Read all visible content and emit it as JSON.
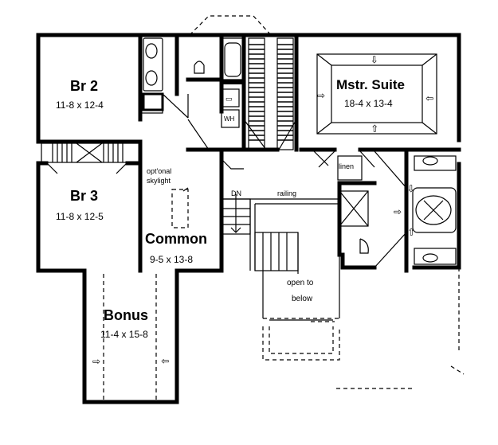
{
  "rooms": {
    "br2": {
      "name": "Br 2",
      "dims": "11-8 x 12-4"
    },
    "br3": {
      "name": "Br 3",
      "dims": "11-8 x 12-5"
    },
    "master": {
      "name": "Mstr. Suite",
      "dims": "18-4 x 13-4"
    },
    "common": {
      "name": "Common",
      "dims": "9-5 x 13-8"
    },
    "bonus": {
      "name": "Bonus",
      "dims": "11-4 x 15-8"
    }
  },
  "notes": {
    "skylight_line1": "opt'onal",
    "skylight_line2": "skylight",
    "dn": "DN",
    "railing": "railing",
    "open_line1": "open to",
    "open_line2": "below",
    "linen": "linen",
    "wh": "WH",
    "arrow": "⇨"
  }
}
